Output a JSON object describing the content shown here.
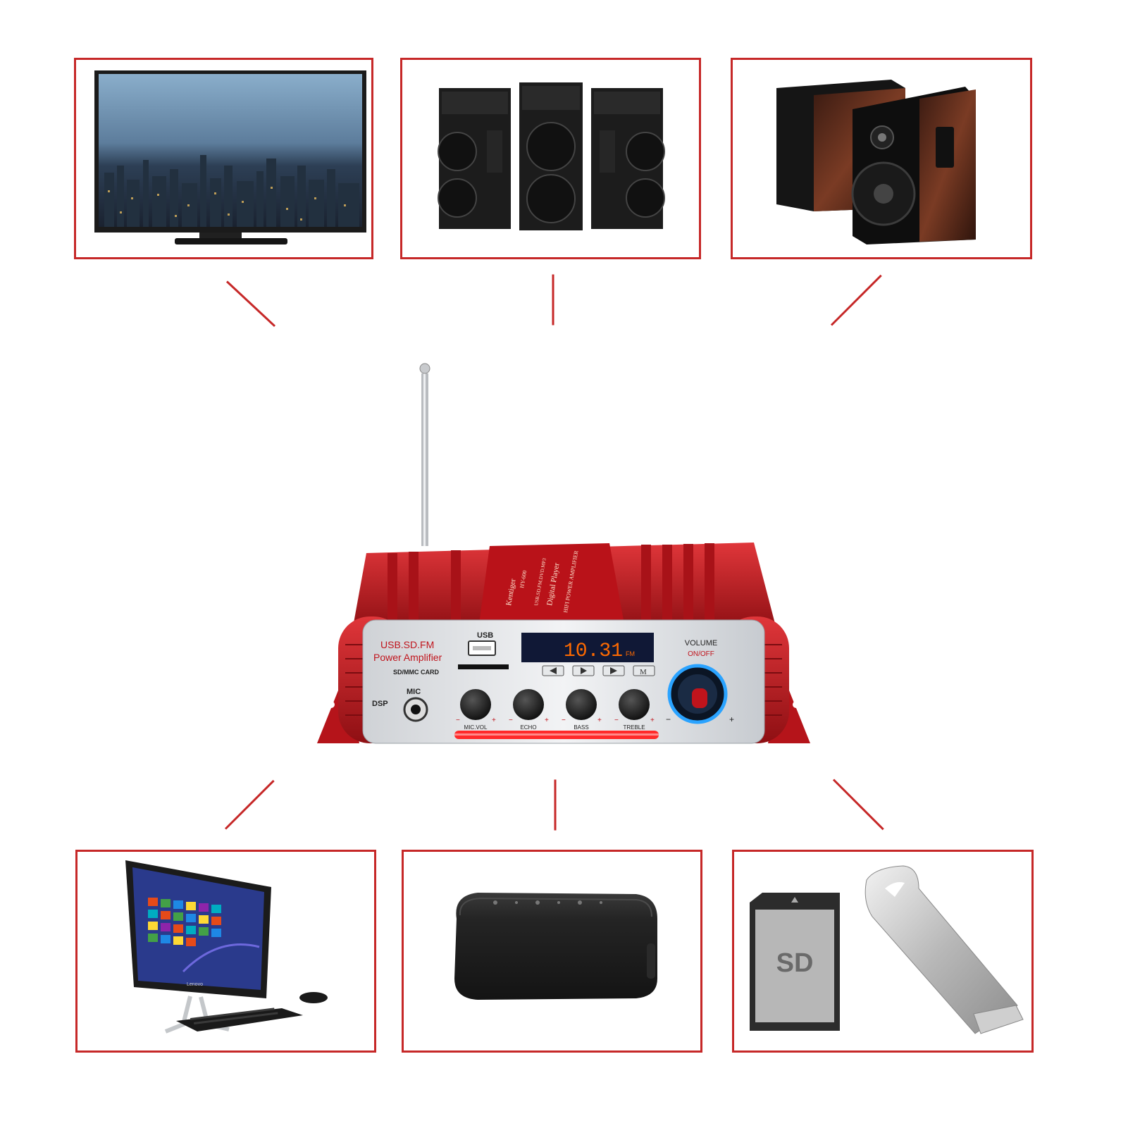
{
  "colors": {
    "frame": "#c62828",
    "amp_red": "#c0141c",
    "display": "#ff6a00",
    "led_blue": "#2aa3ff"
  },
  "devices_top": [
    {
      "name": "television",
      "icon": "tv-icon"
    },
    {
      "name": "pa-speakers",
      "icon": "pa-speaker-icon"
    },
    {
      "name": "bookshelf-speakers",
      "icon": "bookshelf-speaker-icon"
    }
  ],
  "devices_bottom": [
    {
      "name": "desktop-computer",
      "icon": "all-in-one-pc-icon"
    },
    {
      "name": "bluetooth-speaker",
      "icon": "portable-speaker-icon"
    },
    {
      "name": "storage-media",
      "icon": "sd-card-and-usb-icon"
    }
  ],
  "sd_card": {
    "label": "SD"
  },
  "pc": {
    "brand": "Lenovo"
  },
  "amplifier": {
    "top_brand": "Kentiger",
    "top_model": "HY-600",
    "top_line1": "Digital Player",
    "top_line2": "USB.SD.FM.DVD.MP3",
    "top_line3": "HIFI POWER AMPLIFIER",
    "title_line1": "USB.SD.FM",
    "title_line2": "Power Amplifier",
    "usb_label": "USB",
    "card_label": "SD/MMC CARD",
    "dsp_label": "DSP",
    "mic_label": "MIC",
    "display_value": "10.31",
    "display_unit": "FM",
    "volume_label": "VOLUME",
    "onoff_label": "ON/OFF",
    "knobs": [
      "MIC.VOL",
      "ECHO",
      "BASS",
      "TREBLE"
    ],
    "minus": "−",
    "plus": "+",
    "mode_button": "M"
  }
}
